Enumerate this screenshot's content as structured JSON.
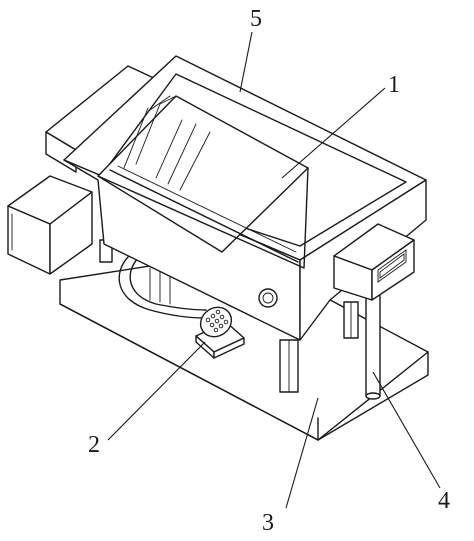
{
  "callouts": [
    {
      "id": "1",
      "text": "1",
      "part": "tray"
    },
    {
      "id": "2",
      "text": "2",
      "part": "foot-pedal"
    },
    {
      "id": "3",
      "text": "3",
      "part": "base-plate"
    },
    {
      "id": "4",
      "text": "4",
      "part": "support-post"
    },
    {
      "id": "5",
      "text": "5",
      "part": "frame"
    }
  ],
  "colors": {
    "line": "#1a1a1a",
    "background": "#ffffff"
  }
}
